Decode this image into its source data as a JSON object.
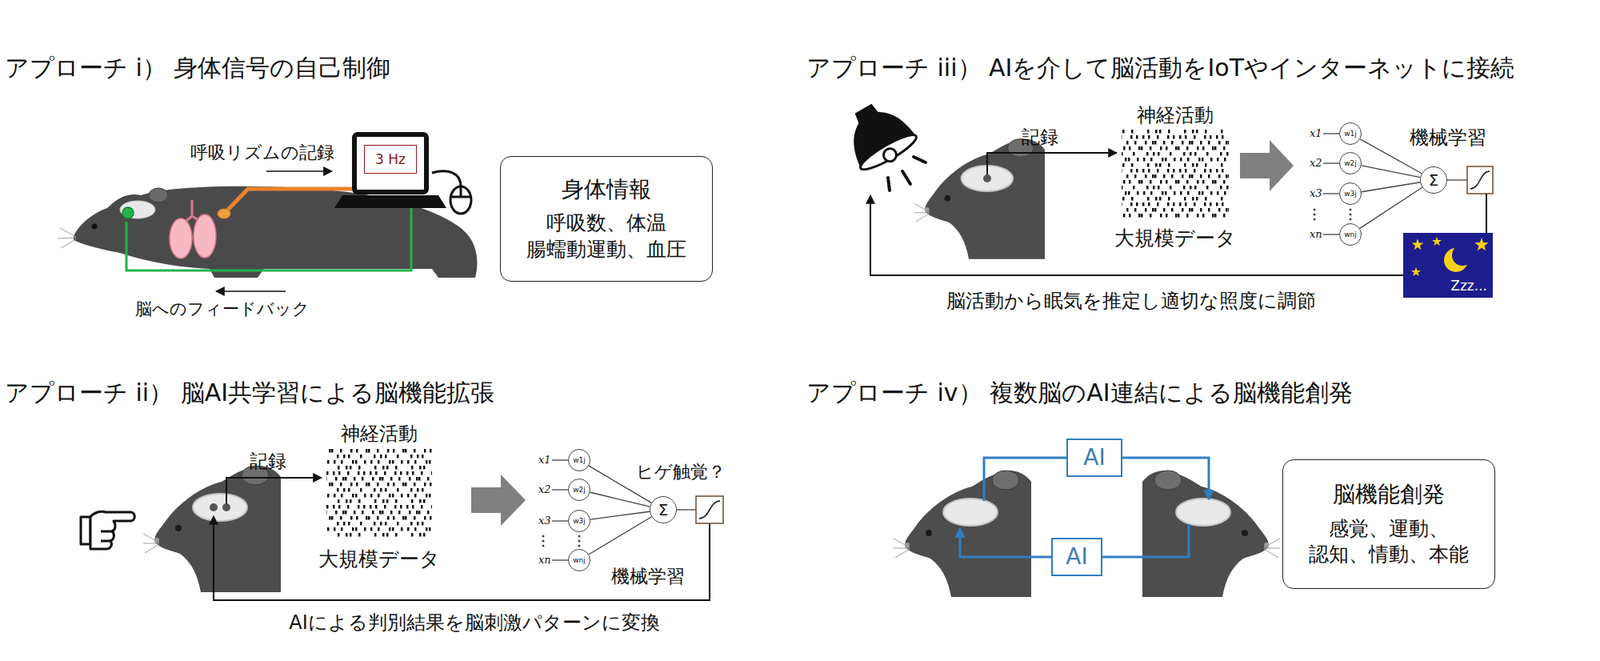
{
  "diagram": {
    "nodes": [
      {
        "text": [
          "3 Hz"
        ]
      },
      {
        "text": [
          "身体情報",
          "呼吸数、体温 腸蠕動運動、血圧"
        ]
      },
      {
        "text": [
          "w1j"
        ]
      },
      {
        "text": [
          "w2j"
        ]
      },
      {
        "text": [
          "w3j"
        ]
      },
      {
        "text": [
          "wnj"
        ]
      },
      {
        "text": [
          "Σ"
        ]
      },
      {
        "text": [
          "Zzz..."
        ]
      },
      {
        "text": [
          "w1j"
        ]
      },
      {
        "text": [
          "w2j"
        ]
      },
      {
        "text": [
          "w3j"
        ]
      },
      {
        "text": [
          "wnj"
        ]
      },
      {
        "text": [
          "Σ"
        ]
      },
      {
        "text": [
          "AI"
        ]
      },
      {
        "text": [
          "AI"
        ]
      },
      {
        "text": [
          "脳機能創発",
          "感覚、運動、 認知、情動、本能"
        ]
      }
    ],
    "edges": [
      {
        "from": 2,
        "to": 6,
        "arrow": "none"
      },
      {
        "from": 3,
        "to": 6,
        "arrow": "none"
      },
      {
        "from": 4,
        "to": 6,
        "arrow": "none"
      },
      {
        "from": 5,
        "to": 6,
        "arrow": "none"
      },
      {
        "from": 8,
        "to": 12,
        "arrow": "none"
      },
      {
        "from": 9,
        "to": 12,
        "arrow": "none"
      },
      {
        "from": 10,
        "to": 12,
        "arrow": "none"
      },
      {
        "from": 11,
        "to": 12,
        "arrow": "none"
      }
    ],
    "labels": [
      "アプローチ i） 身体信号の自己制御",
      "アプローチ iii） AIを介して脳活動をIoTやインターネットに接続",
      "呼吸リズムの記録",
      "脳へのフィードバック",
      "記録",
      "神経活動",
      "大規模データ",
      "機械学習",
      "x1",
      "x2",
      "x3",
      "xn",
      "脳活動から眠気を推定し適切な照度に調節",
      "アプローチ ii） 脳AI共学習による脳機能拡張",
      "アプローチ iv） 複数脳のAI連結による脳機能創発",
      "記録",
      "神経活動",
      "大規模データ",
      "ヒゲ触覚？",
      "機械学習",
      "x1",
      "x2",
      "x3",
      "xn",
      "AIによる判別結果を脳刺激パターンに変換"
    ]
  }
}
